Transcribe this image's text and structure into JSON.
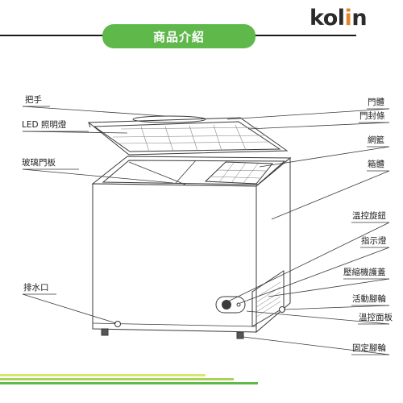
{
  "brand": {
    "logo_main": "kol",
    "logo_accent": "i",
    "logo_end": "n",
    "accent_color": "#e2862e"
  },
  "header": {
    "title": "商品介紹",
    "pill_color": "#5fb84a"
  },
  "labels": {
    "handle": "把手",
    "led_light": "LED 照明燈",
    "glass_door": "玻璃門板",
    "drain": "排水口",
    "door_body": "門體",
    "door_seal": "門封條",
    "basket": "網籃",
    "cabinet": "箱體",
    "thermostat_knob": "溫控旋鈕",
    "indicator_light": "指示燈",
    "compressor_cover": "壓縮機護蓋",
    "caster": "活動腳輪",
    "control_panel": "溫控面板",
    "fixed_foot": "固定腳輪"
  },
  "footer_stripe_colors": [
    "#5fb84a",
    "#a8d35a",
    "#d8e96a"
  ]
}
